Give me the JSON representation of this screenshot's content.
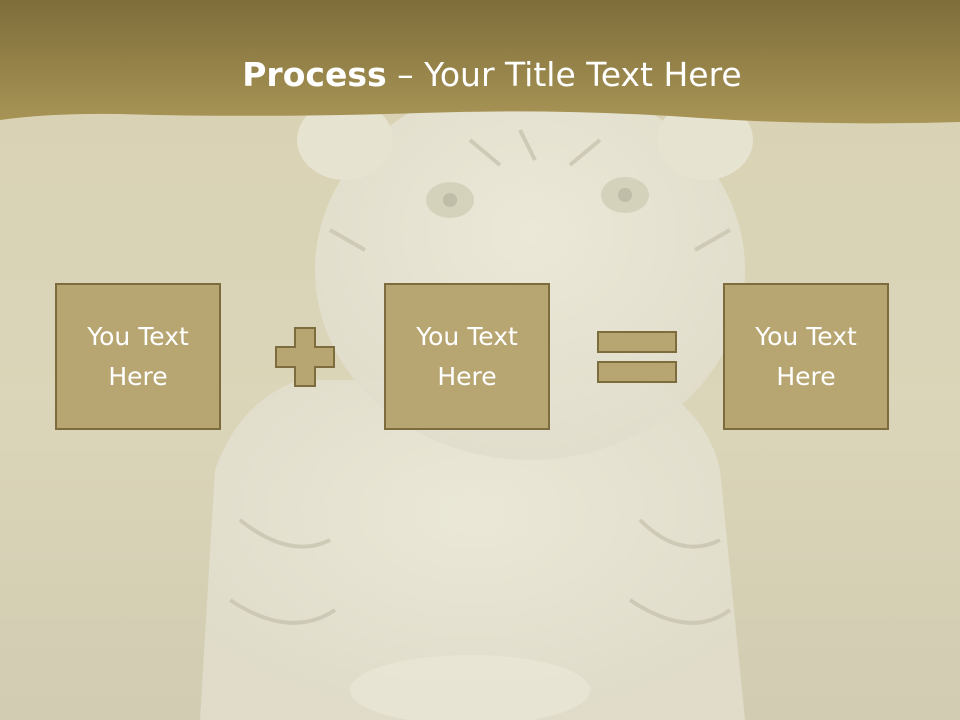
{
  "slide": {
    "title": {
      "bold": "Process",
      "rest": " – Your Title Text Here"
    },
    "boxes": [
      {
        "text": "You Text Here"
      },
      {
        "text": "You Text Here"
      },
      {
        "text": "You Text Here"
      }
    ],
    "operators": [
      "plus-icon",
      "equals-icon"
    ]
  },
  "colors": {
    "banner": "#9c8a4e",
    "box_fill": "#b8a672",
    "box_border": "#7d6c3e",
    "text": "#ffffff"
  }
}
